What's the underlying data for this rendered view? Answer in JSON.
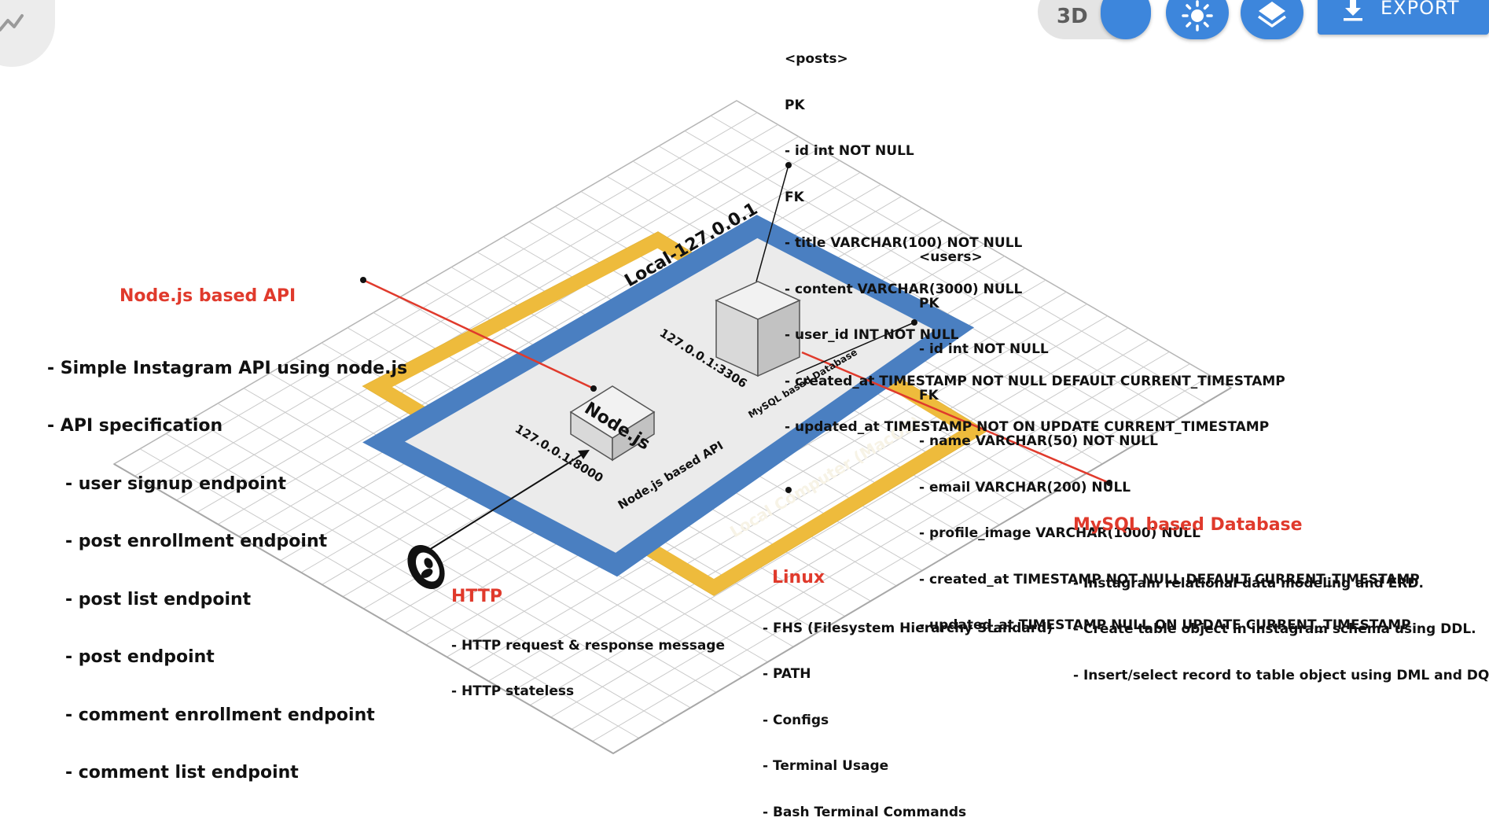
{
  "toolbar": {
    "mode_label": "3D",
    "export_label": "EXPORT",
    "graph_icon": "graph-icon",
    "theme_icon": "sun-icon",
    "layers_icon": "layers-icon",
    "export_icon": "download-icon"
  },
  "colors": {
    "blue": "#4a7fc1",
    "orange": "#eebb3c",
    "red": "#e03a2c",
    "grid": "#c9c9c9"
  },
  "diagram": {
    "local_label": "Local-127.0.0.1",
    "computer_label": "Local Computer (MacOS)",
    "node_box_label": "Node.js",
    "node_addr": "127.0.0.1:8000",
    "node_api_label": "Node.js based API",
    "db_addr": "127.0.0.1:3306",
    "db_label": "MySQL based Database"
  },
  "posts_table": {
    "lines": [
      "<posts>",
      "PK",
      "- id int NOT NULL",
      "FK",
      "- title VARCHAR(100) NOT NULL",
      "- content VARCHAR(3000) NULL",
      "- user_id INT NOT NULL",
      "- created_at TIMESTAMP NOT NULL DEFAULT CURRENT_TIMESTAMP",
      "- updated_at TIMESTAMP NOT ON UPDATE CURRENT_TIMESTAMP"
    ]
  },
  "users_table": {
    "lines": [
      "<users>",
      "PK",
      "- id int NOT NULL",
      "FK",
      "- name VARCHAR(50) NOT NULL",
      "- email VARCHAR(200) NULL",
      "- profile_image VARCHAR(1000) NULL",
      "- created_at TIMESTAMP NOT NULL DEFAULT CURRENT_TIMESTAMP",
      "- updated_at TIMESTAMP NULL ON UPDATE CURRENT_TIMESTAMP"
    ]
  },
  "api_note": {
    "title": "Node.js based API",
    "lines": [
      "- Simple Instagram API using node.js",
      "- API specification",
      "   - user signup endpoint",
      "   - post enrollment endpoint",
      "   - post list endpoint",
      "   - post endpoint",
      "   - comment enrollment endpoint",
      "   - comment list endpoint"
    ]
  },
  "mysql_note": {
    "title": "MySQL based Database",
    "lines": [
      "- Instagram relational data modeling and ERD.",
      "- Create table object in instagram schema using DDL.",
      "- Insert/select record to table object using DML and DQL"
    ]
  },
  "http_note": {
    "title": "HTTP",
    "lines": [
      "- HTTP request & response message",
      "- HTTP stateless"
    ]
  },
  "linux_note": {
    "title": "Linux",
    "lines": [
      "- FHS (Filesystem Hierarchy Standard)",
      "- PATH",
      "- Configs",
      "- Terminal Usage",
      "- Bash Terminal Commands"
    ]
  }
}
